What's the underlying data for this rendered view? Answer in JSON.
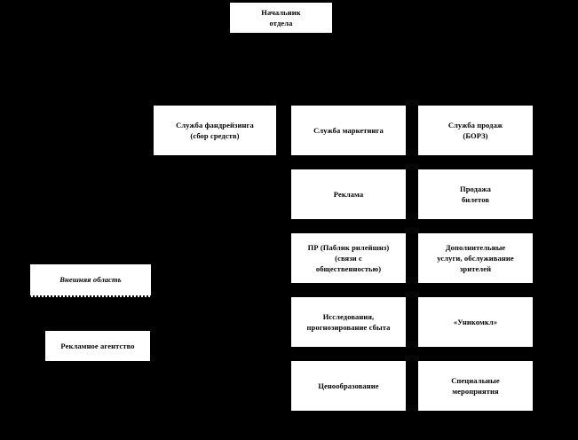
{
  "diagram": {
    "title_node": {
      "name": "head-of-department",
      "label": "Начальник\nотдела"
    },
    "columns": {
      "fundraising_column": [
        {
          "name": "fundraising-service",
          "label": "Служба фандрейзинга\n(сбор средств)"
        }
      ],
      "marketing_column": [
        {
          "name": "marketing-service",
          "label": "Служба маркетинга"
        },
        {
          "name": "advertising",
          "label": "Реклама"
        },
        {
          "name": "public-relations",
          "label": "ПР (Паблик рилейшнз)\n(связи с\nобщественностью)"
        },
        {
          "name": "research-sales-forecasting",
          "label": "Исследования,\nпрогнозирование сбыта"
        },
        {
          "name": "pricing",
          "label": "Ценообразование"
        }
      ],
      "sales_column": [
        {
          "name": "sales-service",
          "label": "Служба продаж\n(БОРЗ)"
        },
        {
          "name": "ticket-sales",
          "label": "Продажа\nбилетов"
        },
        {
          "name": "additional-services",
          "label": "Дополнительные\nуслуги, обслуживание\nзрителей"
        },
        {
          "name": "unikomkl",
          "label": "«Уникомкл»"
        },
        {
          "name": "special-events",
          "label": "Специальные\nмероприятия"
        }
      ]
    },
    "external_nodes": [
      {
        "name": "external-area",
        "label": "Внешняя область"
      },
      {
        "name": "advertising-agency",
        "label": "Рекламное агентство"
      }
    ],
    "colors": {
      "background": "#000000",
      "node_fill": "#ffffff",
      "node_border": "#000000",
      "text": "#000000"
    }
  }
}
